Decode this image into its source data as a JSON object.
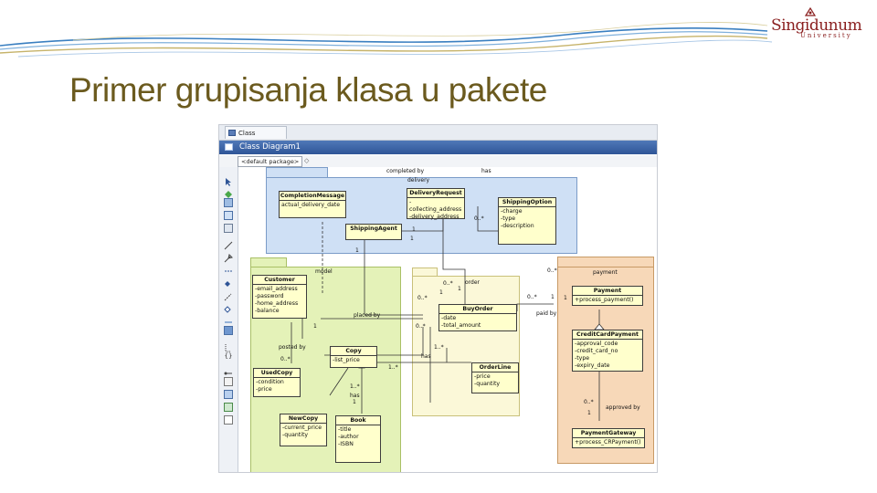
{
  "slide": {
    "title": "Primer grupisanja klasa u pakete",
    "logo_name": "Singidunum",
    "logo_sub": "University",
    "colors": {
      "title": "#6b5a1e",
      "logo": "#8a1f1f",
      "swoosh_blue": "#3a7fc0",
      "swoosh_gold": "#c6b36a"
    }
  },
  "window": {
    "tab_label": "Class Diagram1",
    "title": "Class Diagram1",
    "package_field": "<default package>"
  },
  "packages": {
    "delivery": {
      "name": "delivery",
      "color": "#cfe0f5"
    },
    "model": {
      "name": "model",
      "color": "#e4f2b8"
    },
    "order": {
      "name": "order",
      "color": "#fbf8d8"
    },
    "payment": {
      "name": "payment",
      "color": "#f7d8b8"
    }
  },
  "classes": {
    "completion_message": {
      "name": "CompletionMessage",
      "attrs": [
        "actual_delivery_date"
      ]
    },
    "delivery_request": {
      "name": "DeliveryRequest",
      "attrs": [
        "-collecting_address",
        "-delivery_address"
      ]
    },
    "shipping_option": {
      "name": "ShippingOption",
      "attrs": [
        "-charge",
        "-type",
        "-description"
      ]
    },
    "shipping_agent": {
      "name": "ShippingAgent",
      "attrs": []
    },
    "customer": {
      "name": "Customer",
      "attrs": [
        "-email_address",
        "-password",
        "-home_address",
        "-balance"
      ]
    },
    "buy_order": {
      "name": "BuyOrder",
      "attrs": [
        "-date",
        "-total_amount"
      ]
    },
    "copy": {
      "name": "Copy",
      "attrs": [
        "-list_price"
      ]
    },
    "used_copy": {
      "name": "UsedCopy",
      "attrs": [
        "-condition",
        "-price"
      ]
    },
    "order_line": {
      "name": "OrderLine",
      "attrs": [
        "-price",
        "-quantity"
      ]
    },
    "new_copy": {
      "name": "NewCopy",
      "attrs": [
        "-current_price",
        "-quantity"
      ]
    },
    "book": {
      "name": "Book",
      "attrs": [
        "-title",
        "-author",
        "-ISBN"
      ]
    },
    "payment": {
      "name": "Payment",
      "attrs": [
        "+process_payment()"
      ]
    },
    "credit_card_payment": {
      "name": "CreditCardPayment",
      "attrs": [
        "-approval_code",
        "-credit_card_no",
        "-type",
        "-expiry_date"
      ]
    },
    "payment_gateway": {
      "name": "PaymentGateway",
      "attrs": [
        "+process_CRPayment()"
      ]
    }
  },
  "associations": {
    "completed_by": "completed by",
    "has_top": "has",
    "placed_by": "placed by",
    "posted_by": "posted by",
    "has_copy": "has",
    "has_book": "has",
    "paid_by": "paid by",
    "approved_by": "approved by"
  },
  "multiplicities": {
    "m1": "1",
    "m2": "0..*",
    "m3": "1",
    "m4": "0..*",
    "m5": "1",
    "m6": "0..*",
    "m7": "0..*",
    "m8": "1",
    "m9": "0..*",
    "m10": "1",
    "m11": "0..*",
    "m12": "1..*",
    "m13": "1..*",
    "m14": "1..*",
    "m15": "1",
    "m16": "0..*",
    "m17": "1",
    "m18": "0..*",
    "m19": "1",
    "m20": "1",
    "m21": "1"
  }
}
